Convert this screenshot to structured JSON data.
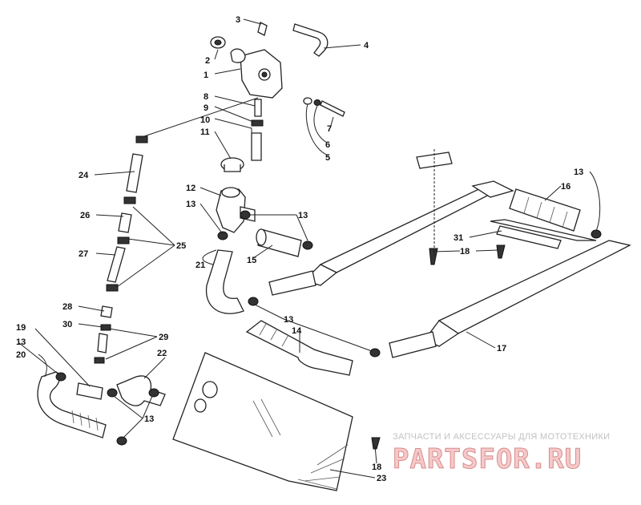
{
  "callouts": [
    {
      "n": "1"
    },
    {
      "n": "2"
    },
    {
      "n": "3"
    },
    {
      "n": "4"
    },
    {
      "n": "5"
    },
    {
      "n": "6"
    },
    {
      "n": "7"
    },
    {
      "n": "8"
    },
    {
      "n": "9"
    },
    {
      "n": "10"
    },
    {
      "n": "11"
    },
    {
      "n": "12"
    },
    {
      "n": "13"
    },
    {
      "n": "14"
    },
    {
      "n": "15"
    },
    {
      "n": "16"
    },
    {
      "n": "17"
    },
    {
      "n": "18"
    },
    {
      "n": "19"
    },
    {
      "n": "20"
    },
    {
      "n": "21"
    },
    {
      "n": "22"
    },
    {
      "n": "23"
    },
    {
      "n": "24"
    },
    {
      "n": "25"
    },
    {
      "n": "26"
    },
    {
      "n": "27"
    },
    {
      "n": "28"
    },
    {
      "n": "29"
    },
    {
      "n": "30"
    },
    {
      "n": "31"
    }
  ],
  "watermark": {
    "tagline": "ЗАПЧАСТИ И АКСЕССУАРЫ ДЛЯ МОТОТЕХНИКИ",
    "logo": "PARTSFOR.RU"
  }
}
